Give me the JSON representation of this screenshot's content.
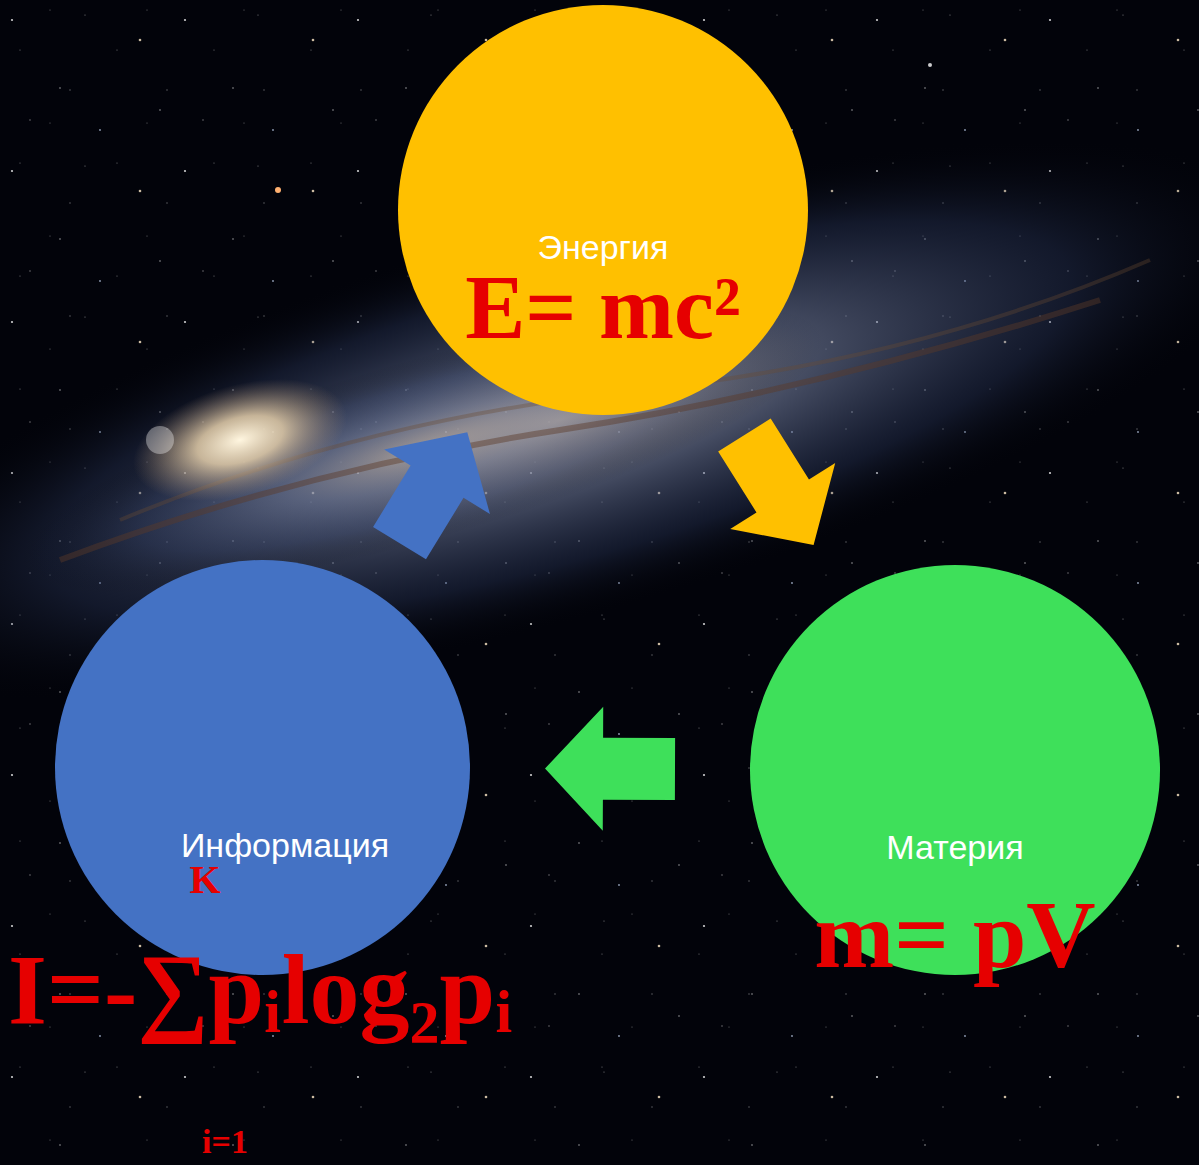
{
  "diagram": {
    "nodes": [
      {
        "text": [
          "Энергия",
          "E= mc²"
        ]
      },
      {
        "text": [
          "Информация",
          "K",
          "I=-∑pᵢlog₂pᵢ",
          "i=1"
        ]
      },
      {
        "text": [
          "Материя",
          "m= pV"
        ]
      }
    ],
    "edges": [
      {
        "from": 1,
        "to": 0,
        "arrow": "to"
      },
      {
        "from": 0,
        "to": 2,
        "arrow": "to"
      },
      {
        "from": 2,
        "to": 1,
        "arrow": "to"
      }
    ]
  }
}
